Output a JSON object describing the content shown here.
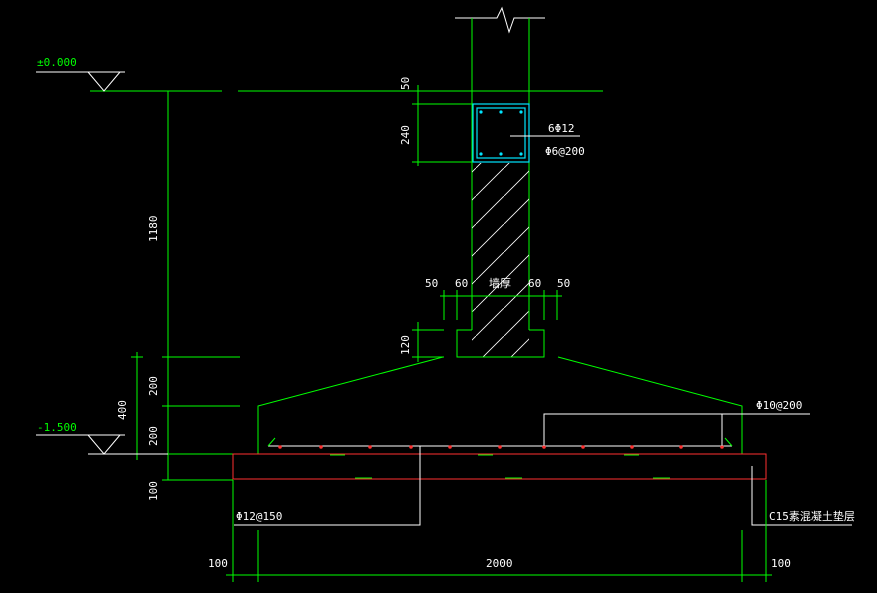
{
  "levels": {
    "top": "±0.000",
    "bottom": "-1.500"
  },
  "dimensions": {
    "d50_top": "50",
    "d240": "240",
    "d1180": "1180",
    "d120": "120",
    "d200_upper": "200",
    "d200_lower": "200",
    "d400": "400",
    "d100_left": "100",
    "d50_a": "50",
    "d60_a": "60",
    "wall_thickness": "墙厚",
    "d60_b": "60",
    "d50_b": "50",
    "d100_bottom_left": "100",
    "d2000": "2000",
    "d100_bottom_right": "100"
  },
  "annotations": {
    "beam_main_rebar": "6Φ12",
    "beam_stirrup": "Φ6@200",
    "top_rebar": "Φ10@200",
    "bottom_rebar": "Φ12@150",
    "cushion": "C15素混凝土垫层"
  },
  "colors": {
    "background": "#000000",
    "lines": "#00ff00",
    "text": "#ffffff",
    "beam": "#00e5ff",
    "cushion_outline": "#ff3030"
  }
}
